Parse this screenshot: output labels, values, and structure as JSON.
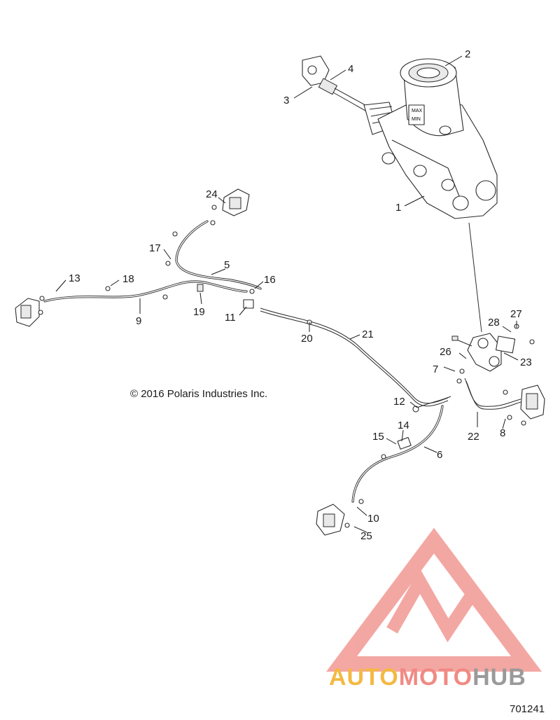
{
  "copyright": "© 2016 Polaris Industries Inc.",
  "figure_number": "701241",
  "master_cylinder_labels": [
    "MAX",
    "MIN"
  ],
  "watermark": {
    "part1": "AUTO",
    "part2": "MOTO",
    "part3": "HUB",
    "colors": {
      "part1": "#f4b942",
      "part2": "#f08a84",
      "part3": "#9a9a9a",
      "logo": "#f08a84"
    }
  },
  "callouts": {
    "c1": "1",
    "c2": "2",
    "c3": "3",
    "c4": "4",
    "c5": "5",
    "c6": "6",
    "c7": "7",
    "c8": "8",
    "c9": "9",
    "c10": "10",
    "c11": "11",
    "c12": "12",
    "c13": "13",
    "c14": "14",
    "c15": "15",
    "c16": "16",
    "c17": "17",
    "c18": "18",
    "c19": "19",
    "c20": "20",
    "c21": "21",
    "c22": "22",
    "c23": "23",
    "c24": "24",
    "c25": "25",
    "c26": "26",
    "c27": "27",
    "c28": "28"
  }
}
